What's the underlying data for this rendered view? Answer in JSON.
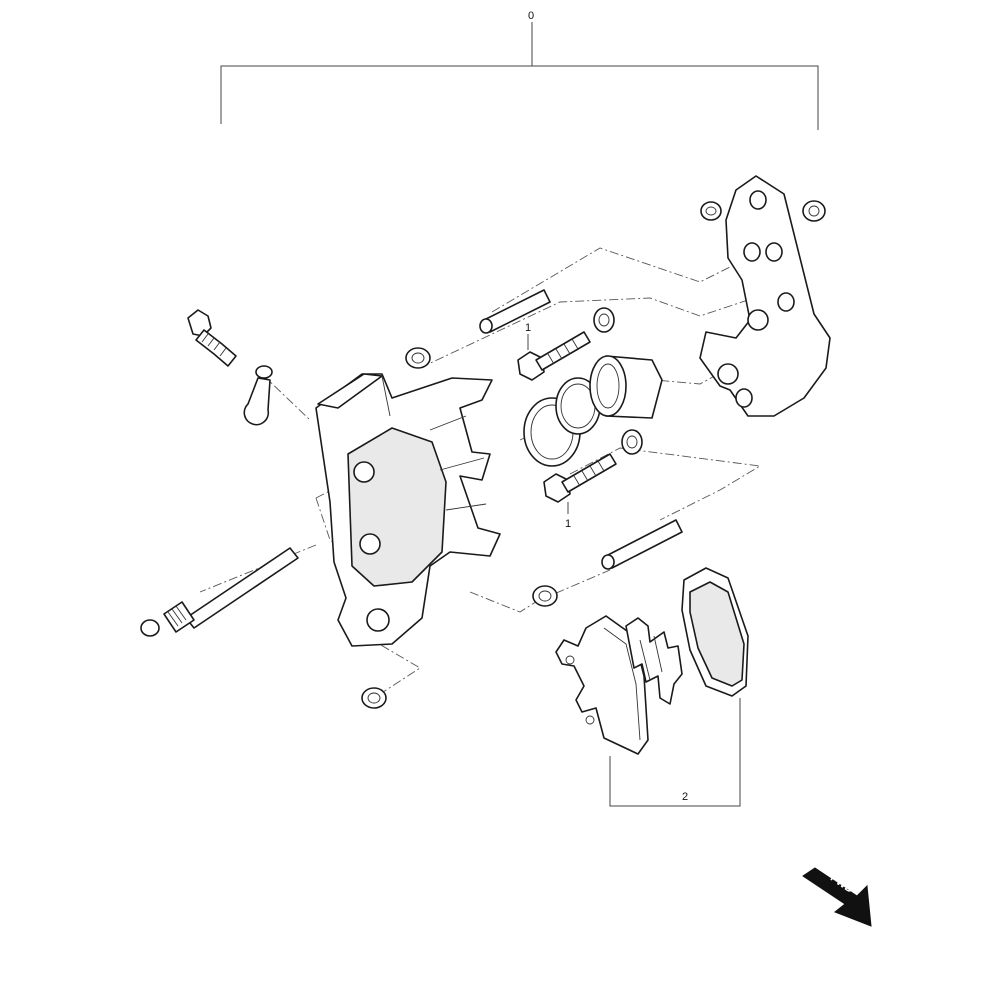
{
  "callouts": {
    "assembly": "0",
    "bolt_upper": "1",
    "bolt_lower": "1",
    "pad_set": "2"
  },
  "direction_label": "FWD",
  "parts": [
    "caliper-body",
    "mounting-bracket",
    "piston",
    "piston-seal",
    "dust-seal",
    "bleeder-screw",
    "bleeder-cap",
    "pad-pin",
    "slide-pin-upper",
    "slide-pin-lower",
    "pad-spring",
    "brake-pad-left",
    "brake-pad-right"
  ]
}
